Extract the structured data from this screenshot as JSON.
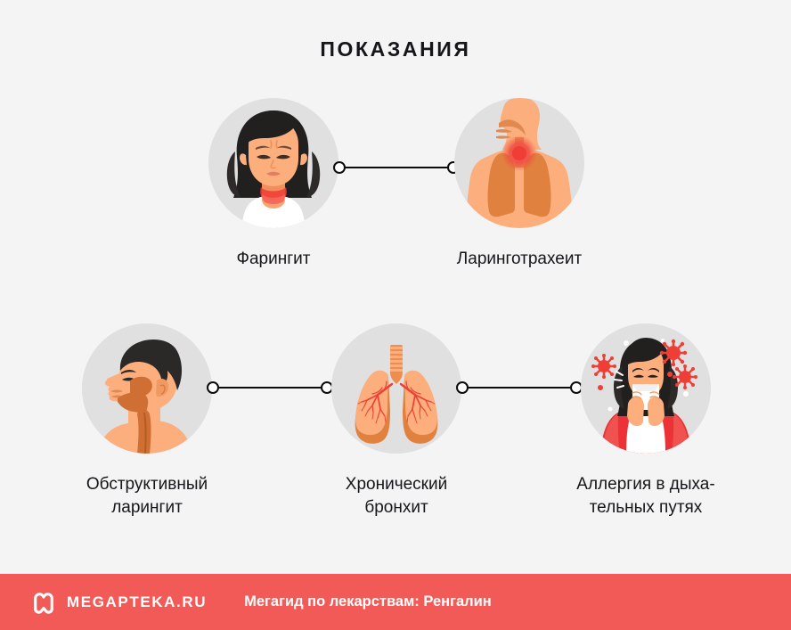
{
  "page": {
    "title": "ПОКАЗАНИЯ",
    "background_color": "#f4f4f4",
    "circle_color": "#e0e0e0",
    "text_color": "#16161a",
    "accent_color": "#f25a58"
  },
  "nodes": [
    {
      "id": "pharyngitis",
      "label": "Фарингит",
      "icon": "woman-sore-throat-icon",
      "row": 1
    },
    {
      "id": "laryngotracheitis",
      "label": "Ларинготрахеит",
      "icon": "torso-lungs-inflamed-throat-icon",
      "row": 1
    },
    {
      "id": "obstructive-laryngitis",
      "label": "Обструктивный\nларингит",
      "icon": "head-profile-airway-icon",
      "row": 2
    },
    {
      "id": "chronic-bronchitis",
      "label": "Хронический\nбронхит",
      "icon": "lungs-bronchi-icon",
      "row": 2
    },
    {
      "id": "airway-allergy",
      "label": "Аллергия в дыха-\nтельных путях",
      "icon": "woman-sneezing-allergens-icon",
      "row": 2
    }
  ],
  "connectors": [
    {
      "id": "connector-row1",
      "from": "pharyngitis",
      "to": "laryngotracheitis"
    },
    {
      "id": "connector-row2-left",
      "from": "obstructive-laryngitis",
      "to": "chronic-bronchitis"
    },
    {
      "id": "connector-row2-right",
      "from": "chronic-bronchitis",
      "to": "airway-allergy"
    }
  ],
  "footer": {
    "logo_icon": "megapteka-m-logo-icon",
    "brand": "MEGAPTEKA.RU",
    "caption": "Мегагид по лекарствам: Ренгалин",
    "background_color": "#f25a58"
  }
}
